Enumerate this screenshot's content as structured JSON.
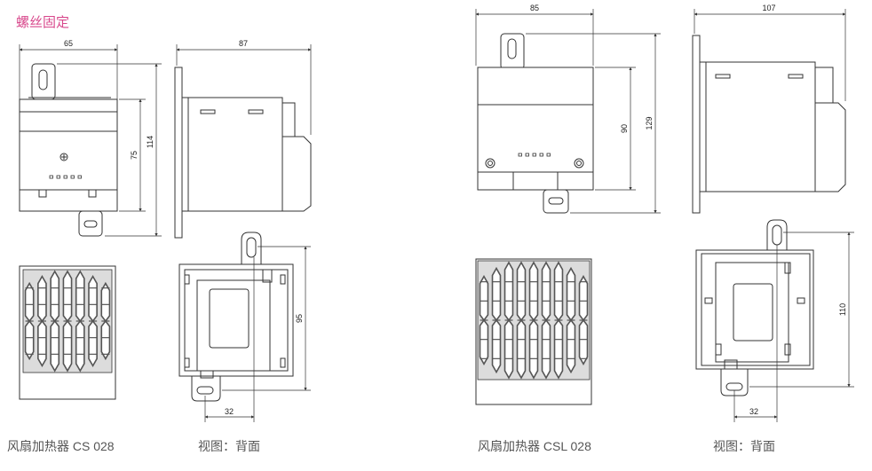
{
  "title": "螺丝固定",
  "captions": {
    "cs_product": "风扇加热器 CS 028",
    "cs_view": "视图：背面",
    "csl_product": "风扇加热器 CSL 028",
    "csl_view": "视图：背面"
  },
  "dimensions": {
    "cs_front_width": "65",
    "cs_front_h75": "75",
    "cs_front_h114": "114",
    "cs_side_depth": "87",
    "cs_back_h95": "95",
    "cs_back_w32": "32",
    "csl_front_width": "85",
    "csl_front_h90": "90",
    "csl_front_h129": "129",
    "csl_side_depth": "107",
    "csl_back_h110": "110",
    "csl_back_w32": "32"
  },
  "colors": {
    "title": "#d8488c",
    "line": "#333333",
    "grille_dark": "#555555"
  }
}
